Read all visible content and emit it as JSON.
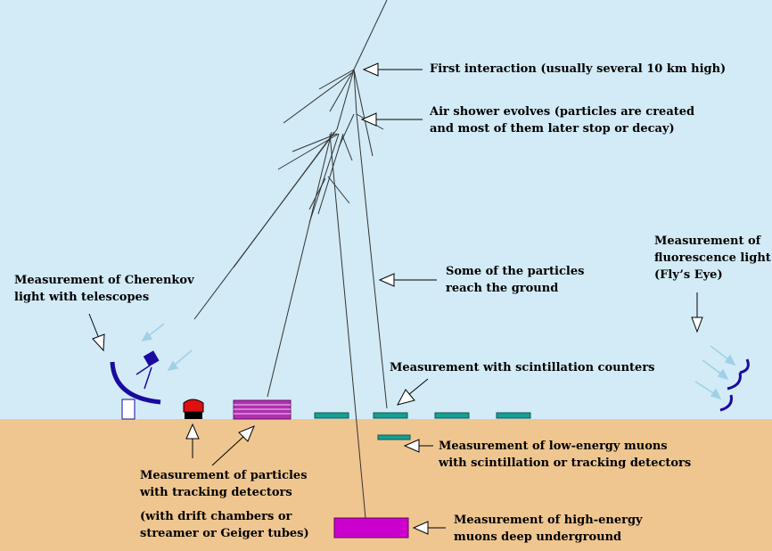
{
  "labels": {
    "first_interaction": "First interaction (usually several 10 km high)",
    "air_shower": [
      "Air shower evolves (particles are created",
      "and most of them later stop or decay)"
    ],
    "reach_ground": [
      "Some of the particles",
      "reach the ground"
    ],
    "cherenkov": [
      "Measurement of Cherenkov",
      "light with telescopes"
    ],
    "fluorescence": [
      "Measurement of",
      "fluorescence light",
      "(Fly’s Eye)"
    ],
    "scintillation": "Measurement with scintillation counters",
    "low_energy_muons": [
      "Measurement of low-energy muons",
      "with scintillation or tracking detectors"
    ],
    "tracking": [
      "Measurement of particles",
      "with tracking detectors"
    ],
    "drift": [
      "(with drift chambers or",
      "streamer or Geiger tubes)"
    ],
    "high_energy_muons": [
      "Measurement of high-energy",
      "muons deep underground"
    ]
  },
  "colors": {
    "sky": "#d2ebf6",
    "ground": "#efc690",
    "telescope": "#1a0aa0",
    "detector_red": "#e01010",
    "tracking_stack": "#b030b0",
    "scintillator": "#1a9e92",
    "underground_detector": "#cc00cc",
    "light_ray": "#9fd0e6"
  }
}
